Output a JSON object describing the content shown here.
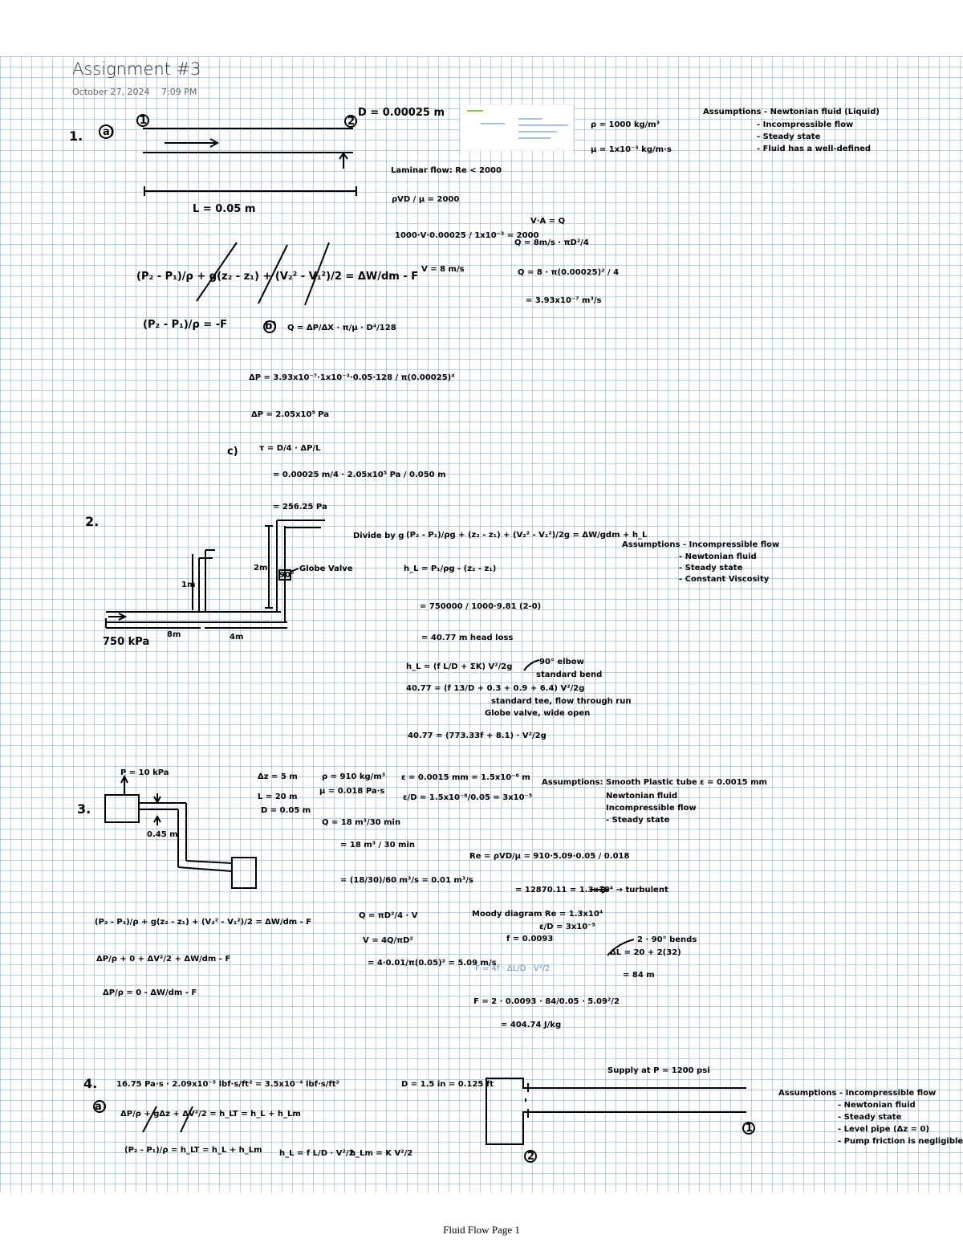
{
  "page": {
    "title": "Assignment #3",
    "date": "October 27, 2024",
    "time": "7:09 PM",
    "footer": "Fluid Flow Page 1"
  },
  "p1": {
    "num": "1.",
    "part_a": "a)",
    "pt1": "1",
    "pt2": "2",
    "D": "D = 0.00025 m",
    "L": "L = 0.05 m",
    "rho": "ρ = 1000 kg/m³",
    "mu": "μ = 1x10⁻³ kg/m·s",
    "assump_title": "Assumptions - Newtonian fluid (Liquid)",
    "assump": [
      "- Incompressible flow",
      "- Steady state",
      "- Fluid has a well-defined"
    ],
    "laminar": "Laminar flow: Re < 2000",
    "re1": "ρVD / μ = 2000",
    "re2": "1000·V·0.00025 / 1x10⁻³ = 2000",
    "v": "V = 8 m/s",
    "vaq": "V·A = Q",
    "q1": "Q = 8m/s · πD²/4",
    "q2": "Q = 8 · π(0.00025)² / 4",
    "q3": "= 3.93x10⁻⁷ m³/s",
    "bern": "(P₂ - P₁)/ρ + g(z₂ - z₁) + (V₂² - V₁²)/2 = ΔW/dm - F",
    "bern2": "(P₂ - P₁)/ρ = -F",
    "part_b": "b)",
    "qeq": "Q = ΔP/ΔX · π/μ · D⁴/128",
    "dp1": "ΔP = 3.93x10⁻⁷·1x10⁻³·0.05·128 / π(0.00025)⁴",
    "dp2": "ΔP = 2.05x10⁵ Pa",
    "part_c": "c)",
    "tau1": "τ = D/4 · ΔP/L",
    "tau2": "= 0.00025 m/4 · 2.05x10⁵ Pa / 0.050 m",
    "tau3": "= 256.25 Pa"
  },
  "p2": {
    "num": "2.",
    "h1": "1m",
    "h2": "2m",
    "d1": "8m",
    "d2": "4m",
    "p_in": "750 kPa",
    "valve": "Globe Valve",
    "elbow": "90°",
    "over_g": "Divide by g",
    "bern": "(P₂ - P₁)/ρg + (z₂ - z₁) + (V₂² - V₁²)/2g = ΔW/gdm + h_L",
    "hl1": "h_L = P₁/ρg - (z₂ - z₁)",
    "hl2": "= 750000 / 1000·9.81 (2-0)",
    "hl3": "= 40.77 m   head loss",
    "hl4": "h_L = (f L/D + ΣK) V²/2g",
    "hl5": "40.77 = (f 13/D + 0.3 + 0.9 + 6.4) V²/2g",
    "note1": "90° elbow",
    "note2": "standard bend",
    "note3": "standard tee, flow through run",
    "note4": "Globe valve, wide open",
    "hl6": "40.77 = (773.33f + 8.1) · V²/2g",
    "assump_title": "Assumptions - Incompressible flow",
    "assump": [
      "- Newtonian fluid",
      "- Steady state",
      "- Constant Viscosity"
    ]
  },
  "p3": {
    "num": "3.",
    "p_top": "P = 10 kPa",
    "dist": "0.45 m",
    "dz": "Δz = 5 m",
    "L": "L = 20 m",
    "D": "D = 0.05 m",
    "rho": "ρ = 910 kg/m³",
    "mu": "μ = 0.018 Pa·s",
    "eps": "ε = 0.0015 mm = 1.5x10⁻⁶ m",
    "eps2": "ε/D = 1.5x10⁻⁶/0.05 = 3x10⁻⁵",
    "assump_title": "Assumptions: Smooth Plastic tube ε = 0.0015 mm",
    "assump": [
      "Newtonian fluid",
      "Incompressible flow",
      "- Steady state"
    ],
    "q1": "Q = 18 m³/30 min",
    "q2": "= 18 m³ / 30 min",
    "q3": "= (18/30)/60 m³/s = 0.01 m³/s",
    "re1": "Re = ρVD/μ = 910·5.09·0.05 / 0.018",
    "re2": "= 12870.11 = 1.3x10⁴ → turbulent",
    "qeq": "Q = πD²/4 · V",
    "v1": "V = 4Q/πD²",
    "v2": "= 4·0.01/π(0.05)² = 5.09 m/s",
    "moody": "Moody diagram  Re = 1.3x10⁴",
    "moody2": "ε/D = 3x10⁻⁵",
    "f": "f = 0.0093",
    "F": "F = 4f · ΔL/D · V²/2",
    "Lt": "ΔL = 20 + 2(32)",
    "Lt2": "= 84 m",
    "bends": "2 · 90° bends",
    "F2": "F = 2 · 0.0093 · 84/0.05 · 5.09²/2",
    "F3": "= 404.74 J/kg",
    "b1": "(P₂ - P₁)/ρ + g(z₂ - z₁) + (V₂² - V₁²)/2 = ΔW/dm - F",
    "b2": "ΔP/ρ + 0 + ΔV²/2 + ΔW/dm - F",
    "b3": "ΔP/ρ = 0 - ΔW/dm - F"
  },
  "p4": {
    "num": "4.",
    "eq1": "16.75 Pa·s · 2.09x10⁻⁵ lbf·s/ft² = 3.5x10⁻⁴ lbf·s/ft²",
    "D": "D = 1.5 in = 0.125 ft",
    "part_a": "a)",
    "bern": "ΔP/ρ + gΔz + ΔV²/2 = h_LT = h_L + h_Lm",
    "eq2": "(P₂ - P₁)/ρ = h_LT = h_L + h_Lm",
    "eq3": "h_L = f L/D · V²/2",
    "eq4": "h_Lm = K V²/2",
    "supply": "Supply at P = 1200 psi",
    "pt1": "1",
    "pt2": "2",
    "assump_title": "Assumptions - Incompressible flow",
    "assump": [
      "- Newtonian fluid",
      "- Steady state",
      "- Level pipe (Δz = 0)",
      "- Pump friction is negligible"
    ]
  },
  "thumbnail": {
    "label": "Friction factor chart thumbnail"
  }
}
